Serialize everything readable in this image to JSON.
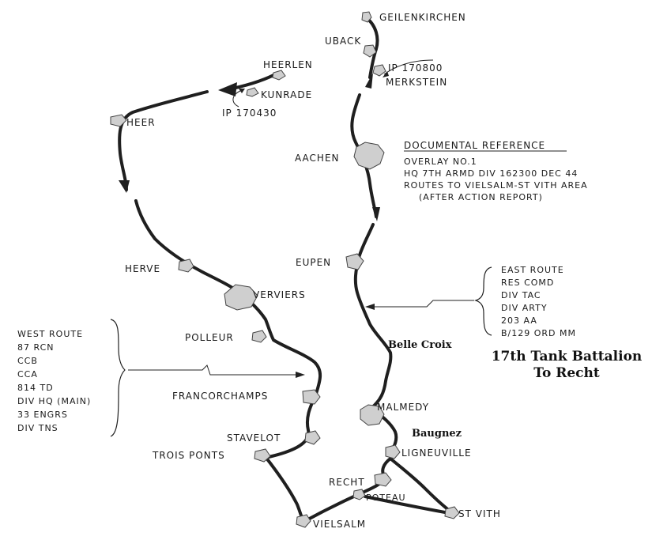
{
  "towns": {
    "geilenkirchen": "GEILENKIRCHEN",
    "uback": "UBACK",
    "merkstein": "MERKSTEIN",
    "heerlen": "HEERLEN",
    "kunrade": "KUNRADE",
    "heer": "HEER",
    "aachen": "AACHEN",
    "eupen": "EUPEN",
    "herve": "HERVE",
    "verviers": "VERVIERS",
    "polleur": "POLLEUR",
    "francorchamps": "FRANCORCHAMPS",
    "stavelot": "STAVELOT",
    "trois_ponts": "TROIS PONTS",
    "malmedy": "MALMEDY",
    "ligneuville": "LIGNEUVILLE",
    "recht": "RECHT",
    "poteau": "POTEAU",
    "st_vith": "ST VITH",
    "vielsalm": "VIELSALM"
  },
  "initial_points": {
    "ip_east": "IP 170800",
    "ip_west": "IP 170430"
  },
  "places": {
    "belle_croix": "Belle Croix",
    "baugnez": "Baugnez"
  },
  "reference": {
    "heading": "DOCUMENTAL REFERENCE",
    "lines": [
      "OVERLAY NO.1",
      "HQ 7TH ARMD DIV  162300 DEC 44",
      "ROUTES TO VIELSALM-ST VITH AREA",
      "(AFTER ACTION REPORT)"
    ]
  },
  "east_route": {
    "lines": [
      "EAST ROUTE",
      "RES COMD",
      "DIV TAC",
      "DIV ARTY",
      "203 AA",
      "B/129 ORD MM"
    ]
  },
  "west_route": {
    "lines": [
      "WEST ROUTE",
      "87 RCN",
      "CCB",
      "CCA",
      "814 TD",
      "DIV HQ (MAIN)",
      "33 ENGRS",
      "DIV TNS"
    ]
  },
  "annotation": {
    "line1": "17th Tank Battalion",
    "line2": "To Recht"
  }
}
